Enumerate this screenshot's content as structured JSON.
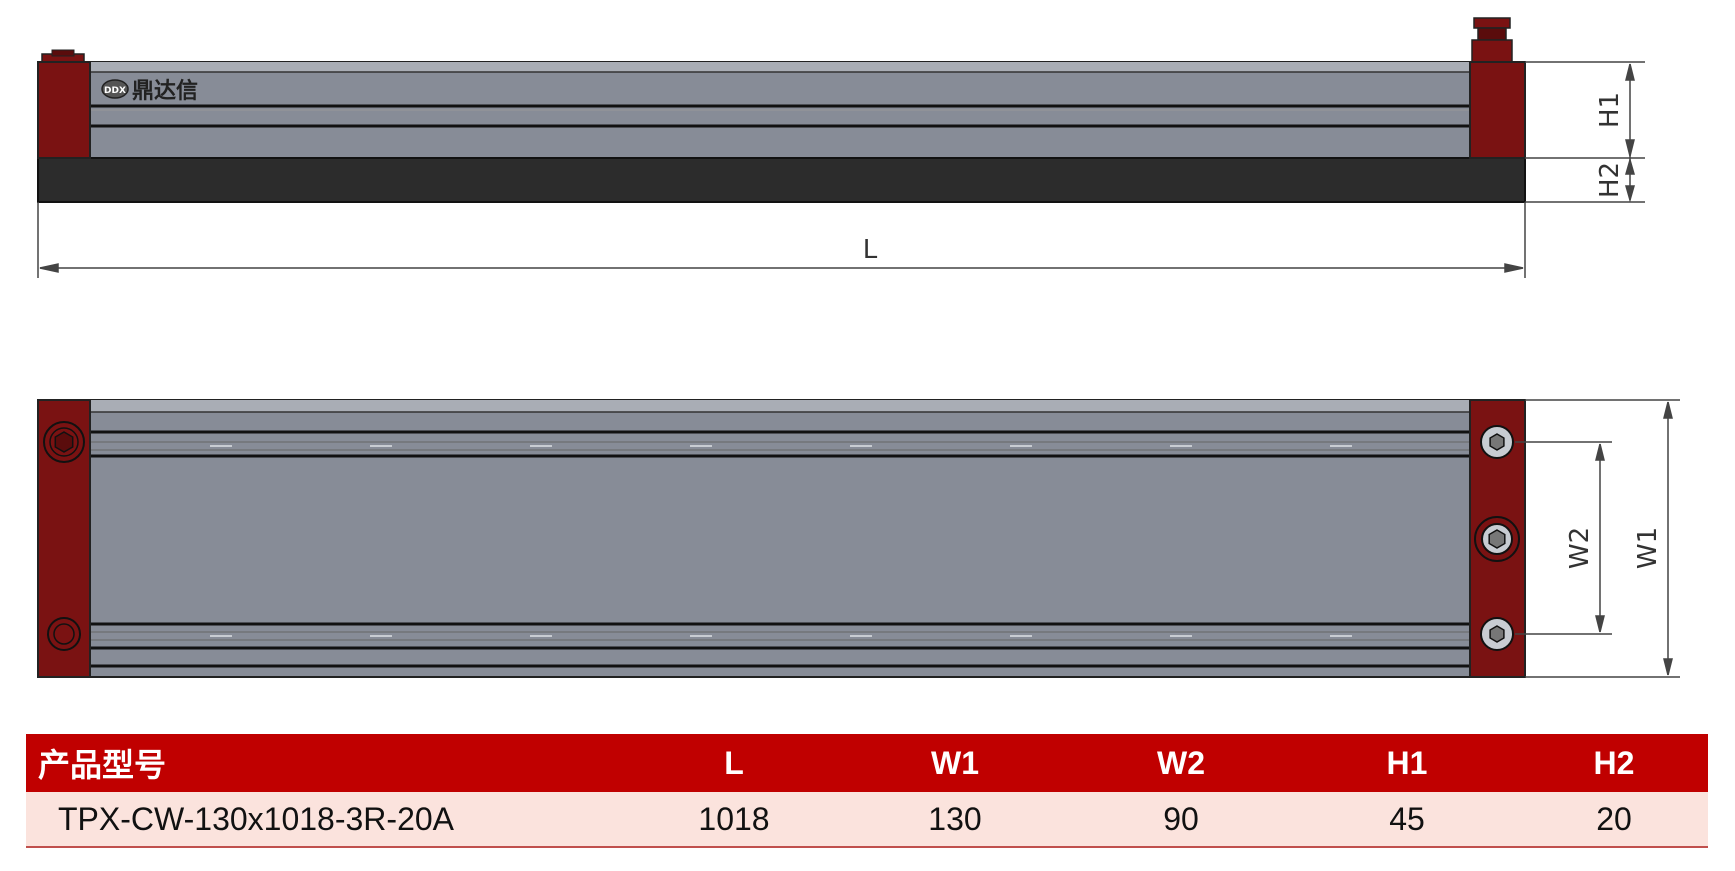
{
  "logo": {
    "text": "鼎达信",
    "badge": "DDX"
  },
  "dimensions": {
    "front": {
      "length": "L",
      "height1": "H1",
      "height2": "H2"
    },
    "top": {
      "width1": "W1",
      "width2": "W2"
    }
  },
  "table": {
    "headers": [
      "产品型号",
      "L",
      "W1",
      "W2",
      "H1",
      "H2"
    ],
    "rows": [
      [
        "TPX-CW-130x1018-3R-20A",
        "1018",
        "130",
        "90",
        "45",
        "20"
      ]
    ]
  },
  "colors": {
    "end_cap": "#7a1212",
    "body": "#878c97",
    "base": "#2c2c2c",
    "table_header": "#c00000",
    "table_row": "#fbe3dd"
  }
}
